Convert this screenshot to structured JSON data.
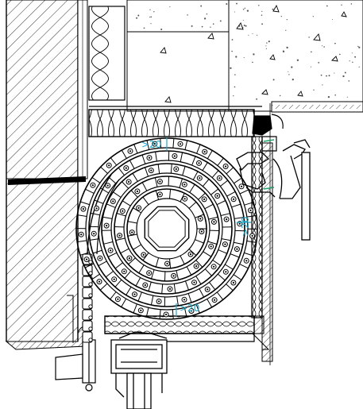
{
  "drawing": {
    "dimensions": [
      {
        "id": "top",
        "text": ">20"
      },
      {
        "id": "side",
        "text": ">20"
      },
      {
        "id": "bottom",
        "text": ">20"
      }
    ]
  },
  "colors": {
    "line": "#000000",
    "dimension": "#19a7c9",
    "background": "#ffffff",
    "concrete_dots": "#555555"
  }
}
